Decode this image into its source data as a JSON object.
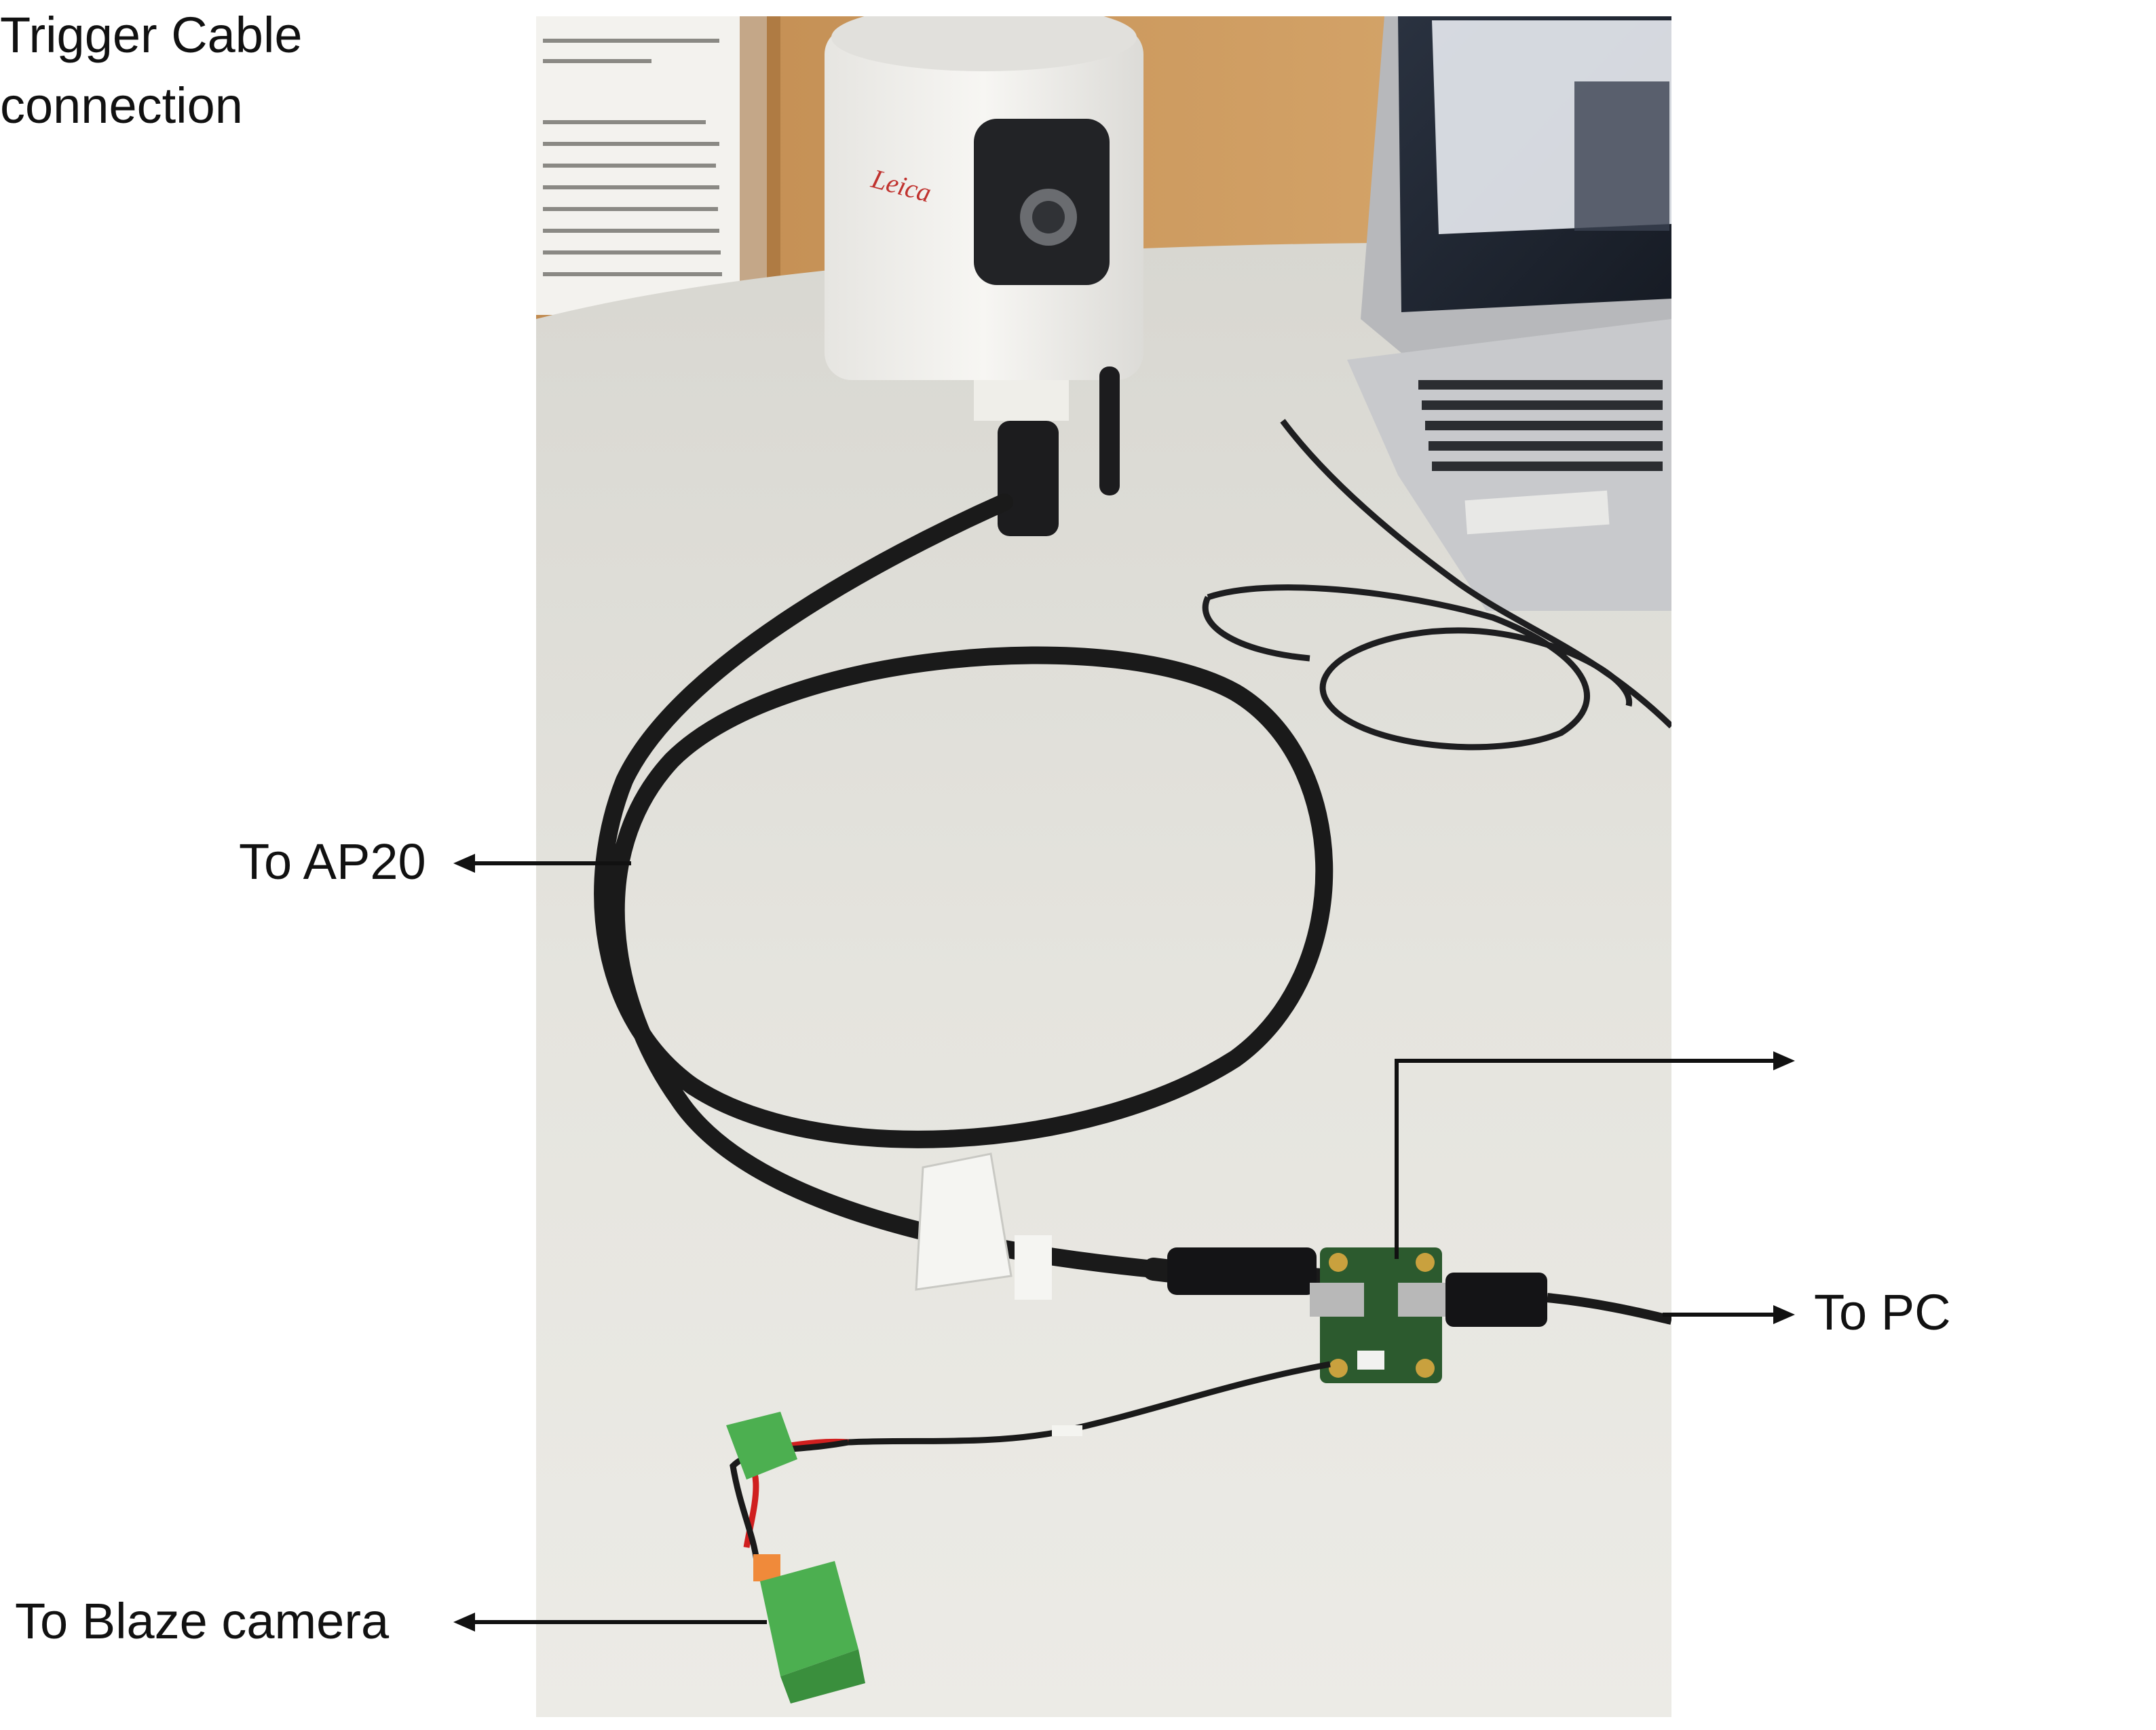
{
  "callouts": {
    "to_ap20": "To AP20",
    "trigger_cable_line1": "Trigger Cable",
    "trigger_cable_line2": "connection",
    "to_pc": "To PC",
    "to_blaze_camera": "To Blaze camera"
  },
  "photo": {
    "camera_logo_text": "Leica",
    "colors": {
      "table": "#e3e2dc",
      "cable": "#1a1a1a",
      "pcb": "#2c5a2e",
      "terminal_block": "#4caf50",
      "camera_body": "#f1f0ec",
      "laptop_body": "#c9cacd",
      "wall": "#cf9e63"
    }
  },
  "annotation_color": "#111111"
}
